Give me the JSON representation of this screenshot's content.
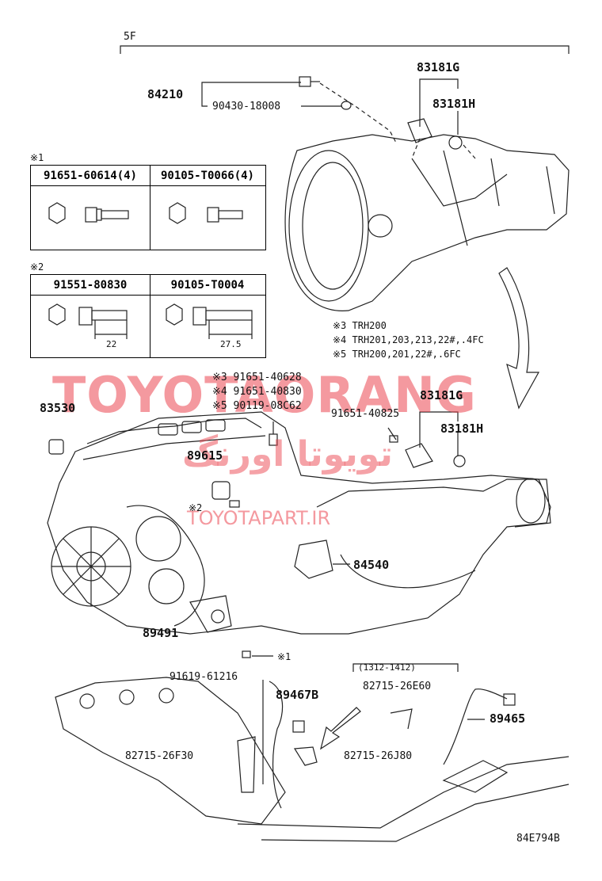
{
  "header": {
    "group_code": "5F"
  },
  "footer": {
    "figure_code": "84E794B"
  },
  "watermark": {
    "brand": "TOYOTAORANG",
    "persian": "تویوتا اورنگ",
    "url": "TOYOTAPART.IR",
    "color": "#eb4650"
  },
  "parts": {
    "p84210": "84210",
    "p90430": "90430-18008",
    "p83181g_top": "83181G",
    "p83181h_top": "83181H",
    "p83530": "83530",
    "p89615": "89615",
    "p83181g_mid": "83181G",
    "p91651_40825": "91651-40825",
    "p83181h_mid": "83181H",
    "p84540": "84540",
    "p89491": "89491",
    "p91619": "91619-61216",
    "p89467b": "89467B",
    "p82715_26e60": "82715-26E60",
    "p89465": "89465",
    "p82715_26f30": "82715-26F30",
    "p82715_26j80": "82715-26J80",
    "date_range": "(1312-1412)",
    "ref1_mark": "※1",
    "ref2_mark": "※2"
  },
  "bolt_callouts": {
    "b3": "※3 91651-40628",
    "b4": "※4 91651-40830",
    "b5": "※5 90119-08C62"
  },
  "notes": {
    "n3": "※3 TRH200",
    "n4": "※4 TRH201,203,213,22#,.4FC",
    "n5": "※5 TRH200,201,22#,.6FC"
  },
  "table1": {
    "mark": "※1",
    "col1": "91651-60614(4)",
    "col2": "90105-T0066(4)"
  },
  "table2": {
    "mark": "※2",
    "col1": "91551-80830",
    "col2": "90105-T0004",
    "dim1": "22",
    "dim2": "27.5"
  }
}
